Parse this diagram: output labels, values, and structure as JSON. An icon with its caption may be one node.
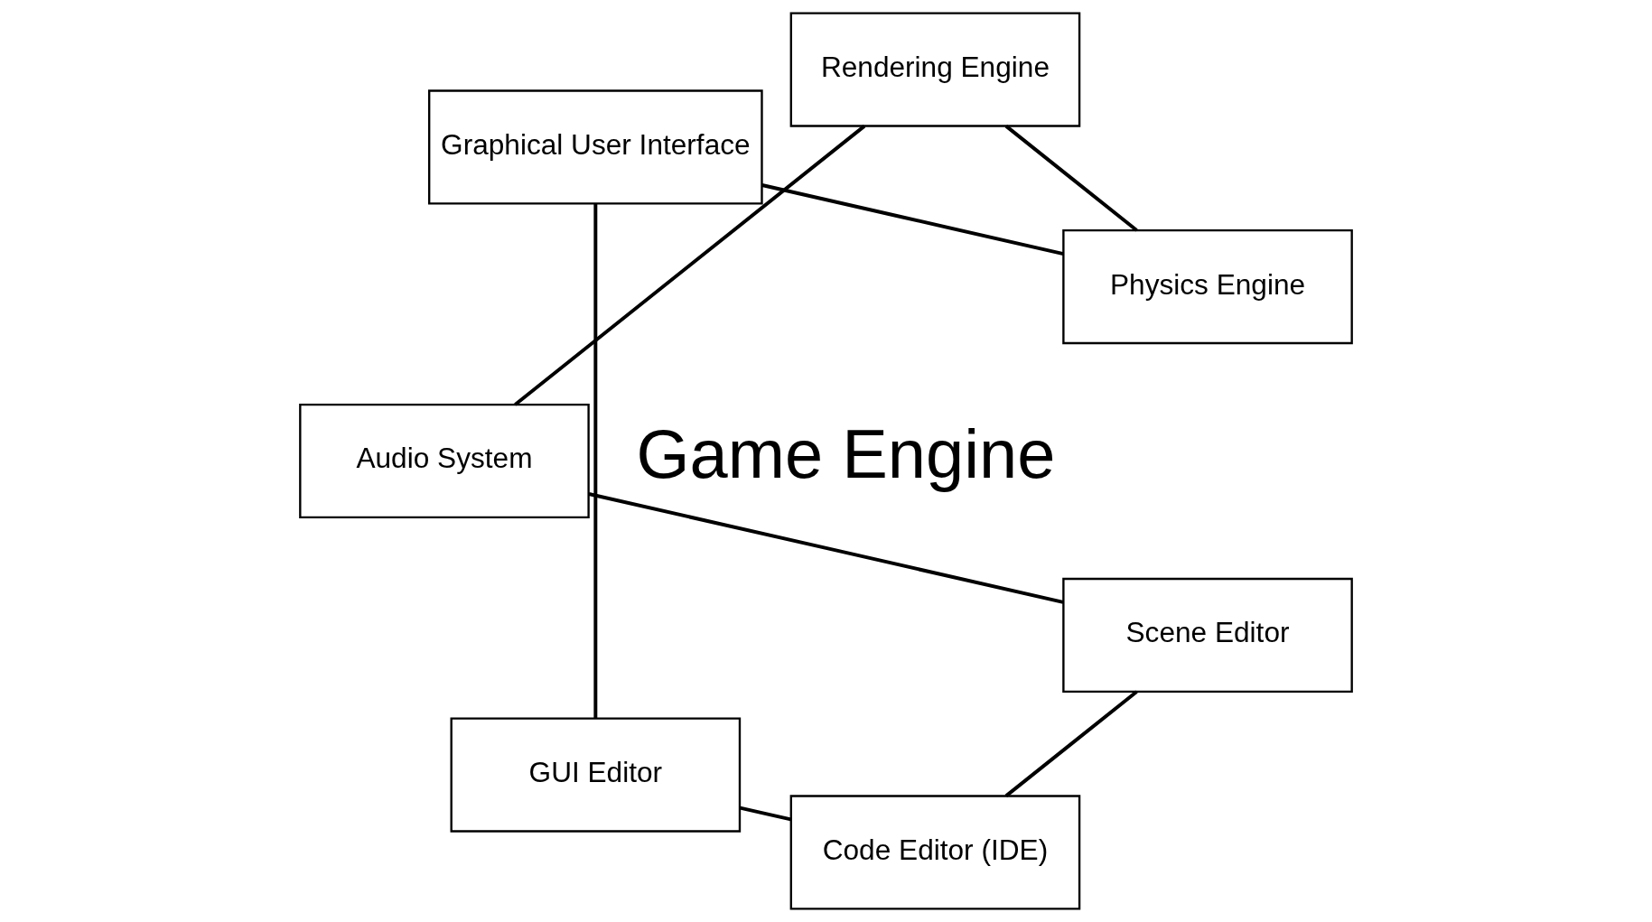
{
  "diagram": {
    "nodes": [
      {
        "text": [
          "Game Engine"
        ]
      },
      {
        "text": [
          "Physics Engine"
        ]
      },
      {
        "text": [
          "Rendering Engine"
        ]
      },
      {
        "text": [
          "Graphical User Interface"
        ]
      },
      {
        "text": [
          "Audio System"
        ]
      },
      {
        "text": [
          "GUI Editor"
        ]
      },
      {
        "text": [
          "Code Editor (IDE)"
        ]
      },
      {
        "text": [
          "Scene Editor"
        ]
      }
    ],
    "edges": [
      {
        "from": 1,
        "to": 3,
        "arrow": "none"
      },
      {
        "from": 3,
        "to": 5,
        "arrow": "none"
      },
      {
        "from": 5,
        "to": 6,
        "arrow": "none"
      },
      {
        "from": 6,
        "to": 7,
        "arrow": "none"
      },
      {
        "from": 7,
        "to": 4,
        "arrow": "none"
      },
      {
        "from": 4,
        "to": 2,
        "arrow": "none"
      },
      {
        "from": 2,
        "to": 1,
        "arrow": "none"
      }
    ]
  }
}
